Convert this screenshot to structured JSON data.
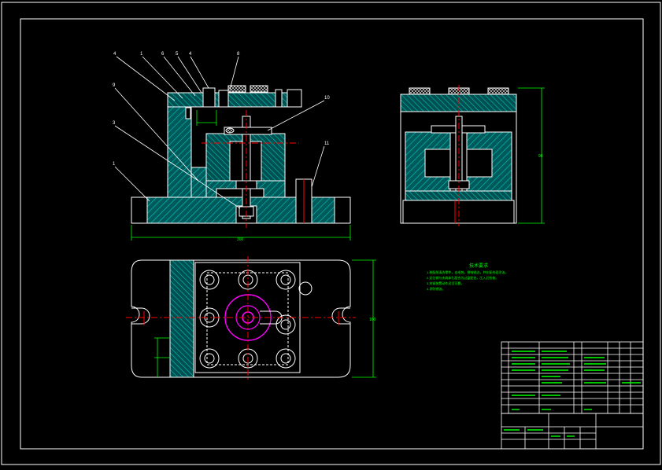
{
  "drawing": {
    "background": "#000000",
    "line_color": "#ffffff",
    "dim_color": "#00ff00",
    "hatch_color": "#00c0c0",
    "center_color": "#ff0000",
    "highlight_color": "#ff00ff"
  },
  "balloons": [
    "4",
    "1",
    "6",
    "5",
    "4",
    "8",
    "9",
    "3",
    "10",
    "11",
    "1"
  ],
  "dims": {
    "front_width": "300",
    "side_height": "90",
    "plan_height": "160"
  },
  "notes": {
    "title": "技术要求",
    "lines": [
      "1.装配前清洗零件，去毛刺，倒钝锐边，并在配合面涂油。",
      "2.定位销与夹具体孔配合为过盈配合，压入后检查。",
      "3.夹紧装置动作灵活可靠。",
      "4.涂防锈油。"
    ]
  }
}
